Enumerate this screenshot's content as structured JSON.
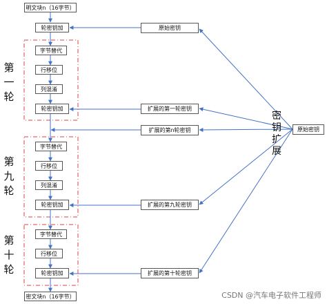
{
  "boxes": {
    "plaintext": "明文块n（16字节）",
    "ciphertext": "密文块n（16字节）",
    "round_key_add_initial": "轮密钥加",
    "original_key_top": "原始密钥",
    "original_key_right": "原始密钥",
    "round1": {
      "sub_bytes": "字节替代",
      "shift_rows": "行移位",
      "mix_columns": "列混淆",
      "add_round_key": "轮密钥加"
    },
    "round9": {
      "sub_bytes": "字节替代",
      "shift_rows": "行移位",
      "mix_columns": "列混淆",
      "add_round_key": "轮密钥加"
    },
    "round10": {
      "sub_bytes": "字节替代",
      "shift_rows": "行移位",
      "add_round_key": "轮密钥加"
    },
    "expanded_key_1": "扩展的第一轮密钥",
    "expanded_key_n": "扩展的第n轮密钥",
    "expanded_key_9": "扩展的第九轮密钥",
    "expanded_key_10": "扩展的第十轮密钥"
  },
  "round_labels": {
    "round1": [
      "第",
      "一",
      "轮"
    ],
    "round9": [
      "第",
      "九",
      "轮"
    ],
    "round10": [
      "第",
      "十",
      "轮"
    ]
  },
  "key_expansion_label": [
    "密",
    "钥",
    "扩",
    "展"
  ],
  "watermark": "CSDN @汽车电子软件工程师",
  "colors": {
    "arrow": "#4472c4",
    "group_border": "#e04040",
    "box_border": "#555555"
  }
}
